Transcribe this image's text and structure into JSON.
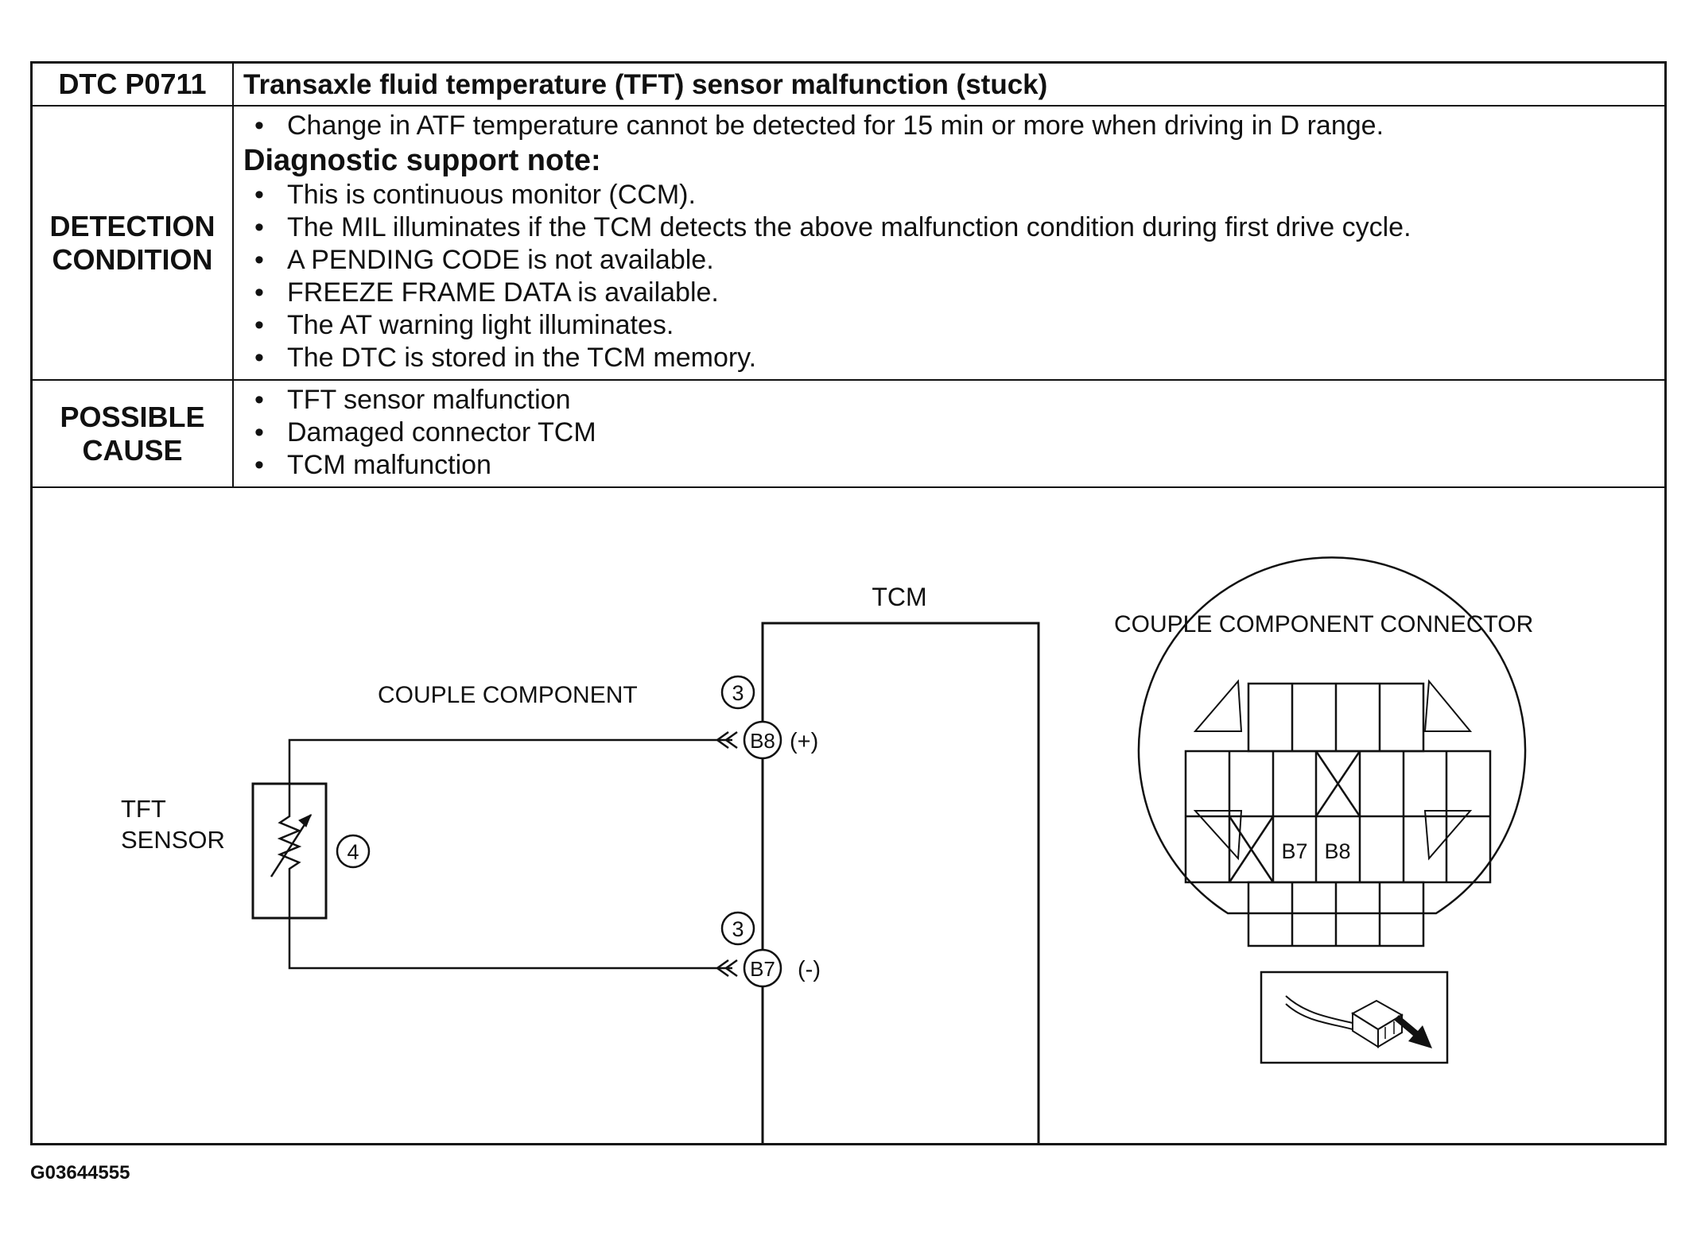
{
  "dtc": {
    "code": "DTC P0711",
    "title": "Transaxle fluid temperature (TFT) sensor malfunction (stuck)"
  },
  "detection": {
    "label_line1": "DETECTION",
    "label_line2": "CONDITION",
    "items": [
      "Change in ATF temperature cannot be detected for 15 min or more when driving in D range."
    ],
    "note_title": "Diagnostic support note:",
    "notes": [
      "This is continuous monitor (CCM).",
      "The MIL illuminates if the TCM detects the above malfunction condition during first drive cycle.",
      "A PENDING CODE is not available.",
      "FREEZE FRAME DATA is available.",
      "The AT warning light illuminates.",
      "The DTC is stored in the TCM memory."
    ]
  },
  "possible_cause": {
    "label_line1": "POSSIBLE",
    "label_line2": "CAUSE",
    "items": [
      "TFT sensor malfunction",
      "Damaged connector TCM",
      "TCM malfunction"
    ]
  },
  "diagram": {
    "tcm_label": "TCM",
    "couple_component_label": "COUPLE COMPONENT",
    "sensor_label_line1": "TFT",
    "sensor_label_line2": "SENSOR",
    "sensor_ref": "4",
    "wire_ref_top": "3",
    "wire_ref_bottom": "3",
    "pin_top": "B8",
    "pin_top_polarity": "(+)",
    "pin_bottom": "B7",
    "pin_bottom_polarity": "(-)",
    "connector_title": "COUPLE COMPONENT CONNECTOR",
    "connector_pin_a": "B7",
    "connector_pin_b": "B8"
  },
  "footer": {
    "figure_id": "G03644555"
  }
}
